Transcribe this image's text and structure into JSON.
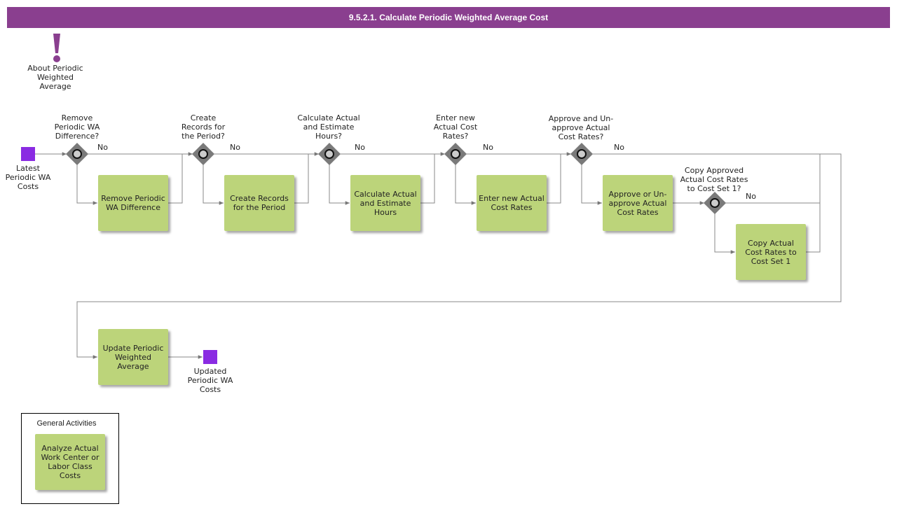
{
  "title": "9.5.2.1. Calculate Periodic Weighted Average Cost",
  "note": {
    "label": "About Periodic\nWeighted\nAverage"
  },
  "events": {
    "start": "Latest\nPeriodic WA\nCosts",
    "end": "Updated\nPeriodic WA\nCosts"
  },
  "gateways": [
    {
      "question": "Remove\nPeriodic WA\nDifference?",
      "no_label": "No"
    },
    {
      "question": "Create\nRecords for\nthe Period?",
      "no_label": "No"
    },
    {
      "question": "Calculate Actual\nand Estimate\nHours?",
      "no_label": "No"
    },
    {
      "question": "Enter new\nActual Cost\nRates?",
      "no_label": "No"
    },
    {
      "question": "Approve and Un-\napprove Actual\nCost Rates?",
      "no_label": "No"
    },
    {
      "question": "Copy Approved\nActual Cost Rates\nto Cost Set 1?",
      "no_label": "No"
    }
  ],
  "tasks": [
    "Remove Periodic\nWA Difference",
    "Create Records\nfor the Period",
    "Calculate Actual\nand Estimate\nHours",
    "Enter new Actual\nCost Rates",
    "Approve or Un-\napprove Actual\nCost Rates",
    "Copy Actual\nCost Rates to\nCost Set 1",
    "Update Periodic\nWeighted\nAverage"
  ],
  "general": {
    "title": "General Activities",
    "task": "Analyze Actual\nWork Center or\nLabor Class\nCosts"
  },
  "colors": {
    "title_bar": "#8a3f8f",
    "task": "#bcd47a",
    "event": "#8a2be2",
    "gateway": "#7a7a7a",
    "note_icon": "#8a3f8f"
  }
}
